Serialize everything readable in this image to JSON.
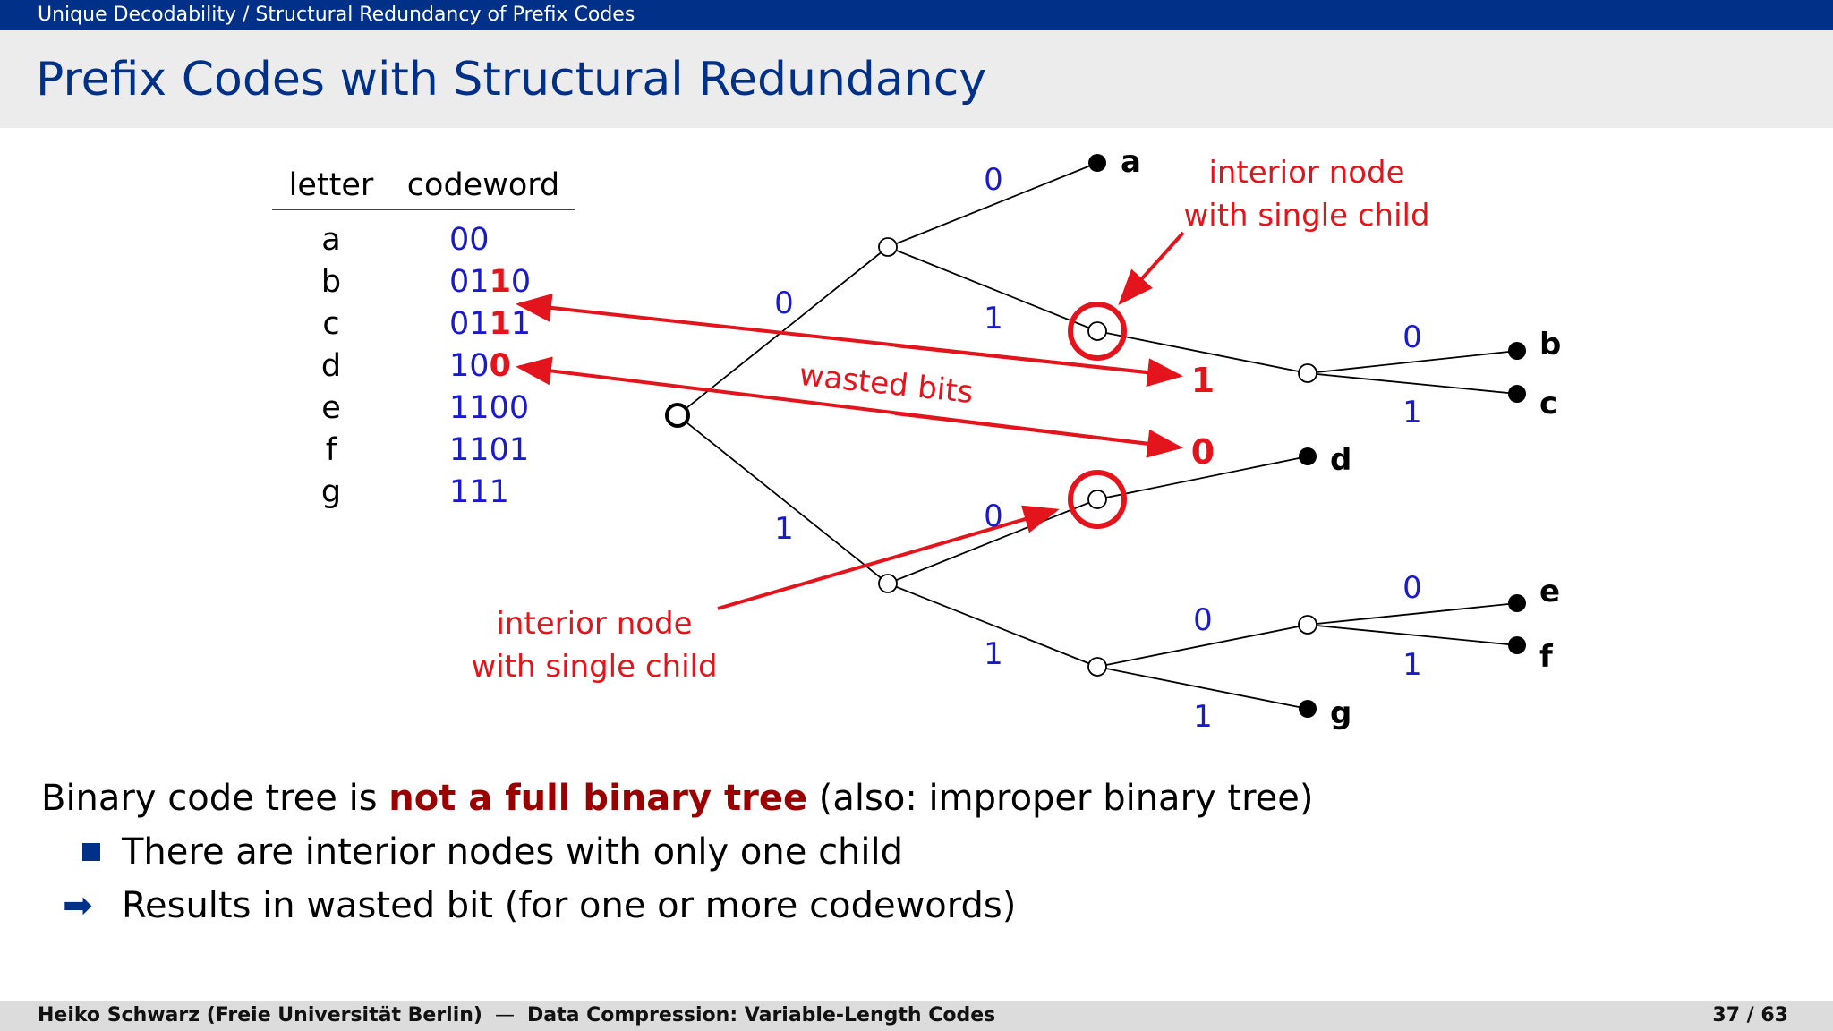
{
  "header": {
    "breadcrumb": "Unique Decodability / Structural Redundancy of Prefix Codes",
    "title": "Prefix Codes with Structural Redundancy"
  },
  "table": {
    "headers": [
      "letter",
      "codeword"
    ],
    "rows": [
      {
        "letter": "a",
        "code": "00",
        "highlight": null
      },
      {
        "letter": "b",
        "code": "0110",
        "highlight": 2
      },
      {
        "letter": "c",
        "code": "0111",
        "highlight": 2
      },
      {
        "letter": "d",
        "code": "100",
        "highlight": 2
      },
      {
        "letter": "e",
        "code": "1100",
        "highlight": null
      },
      {
        "letter": "f",
        "code": "1101",
        "highlight": null
      },
      {
        "letter": "g",
        "code": "111",
        "highlight": null
      }
    ]
  },
  "tree": {
    "leaves": [
      "a",
      "b",
      "c",
      "d",
      "e",
      "f",
      "g"
    ],
    "branch_labels": [
      "0",
      "1"
    ],
    "annotations": {
      "interior_top": [
        "interior node",
        "with single child"
      ],
      "interior_bottom": [
        "interior node",
        "with single child"
      ],
      "wasted": "wasted bits",
      "wasted_bit_1": "1",
      "wasted_bit_0": "0"
    }
  },
  "bullets": {
    "line1_pre": "Binary code tree is ",
    "line1_bold": "not a full binary tree",
    "line1_post": " (also: improper binary tree)",
    "item1": "There are interior nodes with only one child",
    "item2": "Results in wasted bit (for one or more codewords)"
  },
  "footer": {
    "author": "Heiko Schwarz (Freie Universität Berlin)",
    "separator": "—",
    "course": "Data Compression:  Variable-Length Codes",
    "page": "37 / 63"
  },
  "colors": {
    "navy": "#003087",
    "blue_text": "#1a1acc",
    "red": "#e3141b",
    "dark_red": "#9b0000"
  }
}
